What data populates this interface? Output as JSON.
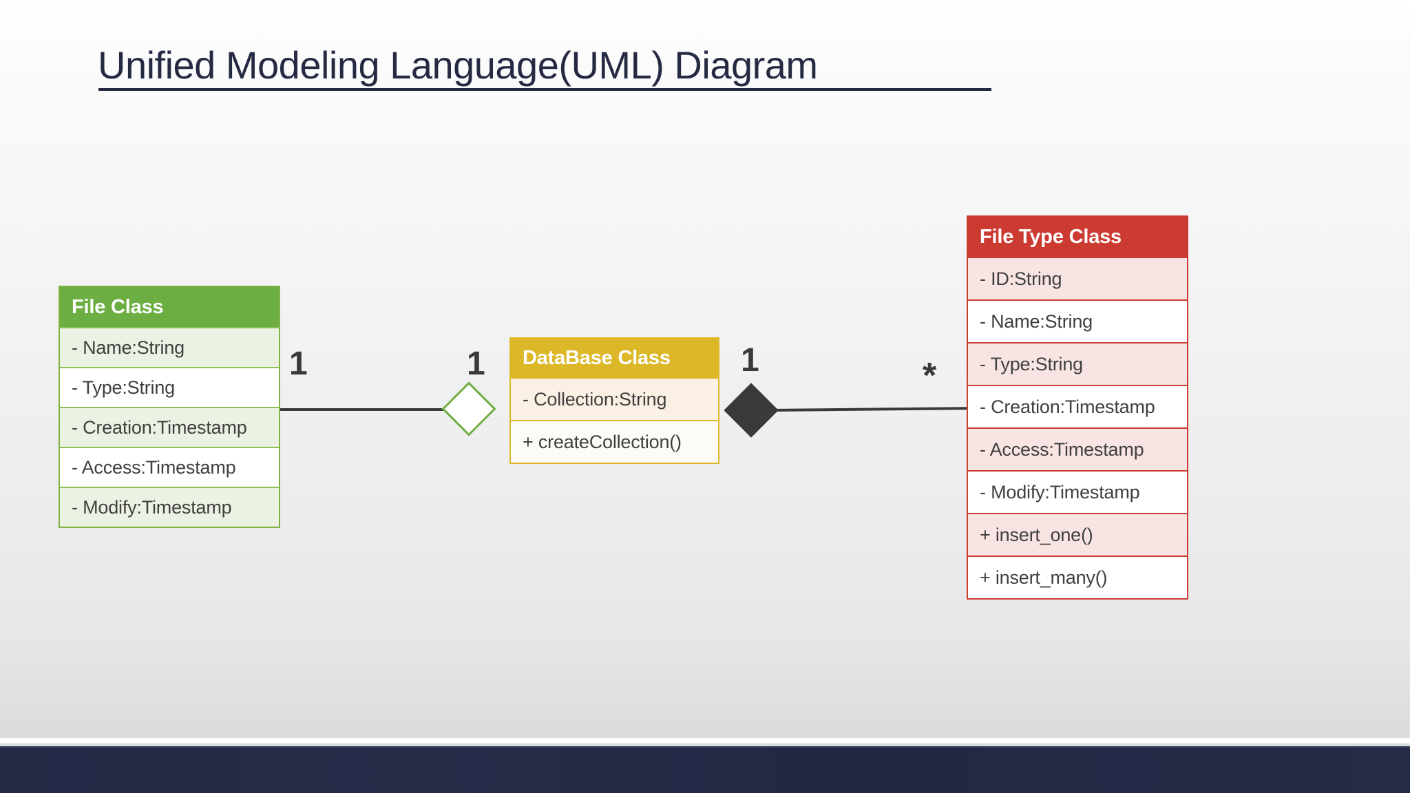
{
  "slide": {
    "title": "Unified Modeling Language(UML) Diagram",
    "background_top": "#ffffff",
    "background_bottom": "#d4d6d6",
    "footer_color": "#232845"
  },
  "diagram": {
    "type": "uml-class-diagram",
    "classes": [
      {
        "name": "File Class",
        "accent": "#6CAE42",
        "border": "#7FB241",
        "rows": [
          "-  Name:String",
          "-  Type:String",
          "-  Creation:Timestamp",
          "-  Access:Timestamp",
          "-  Modify:Timestamp"
        ]
      },
      {
        "name": "DataBase Class",
        "accent": "#DCB828",
        "border": "#DCB828",
        "rows": [
          "-  Collection:String",
          "+ createCollection()"
        ]
      },
      {
        "name": "File Type Class",
        "accent": "#CC3B32",
        "border": "#CC3B32",
        "rows": [
          "-  ID:String",
          "-  Name:String",
          "-  Type:String",
          "- Creation:Timestamp",
          "-  Access:Timestamp",
          "-  Modify:Timestamp",
          "+ insert_one()",
          "+ insert_many()"
        ]
      }
    ],
    "relationships": [
      {
        "from": "File Class",
        "to": "DataBase Class",
        "kind": "aggregation",
        "marker": "hollow-diamond",
        "marker_color": "#ffffff",
        "marker_border": "#6FAE42",
        "source_multiplicity": "1",
        "target_multiplicity": "1"
      },
      {
        "from": "DataBase Class",
        "to": "File Type Class",
        "kind": "composition",
        "marker": "filled-diamond",
        "marker_color": "#3A3A3A",
        "marker_border": "#3A3A3A",
        "source_multiplicity": "1",
        "target_multiplicity": "*"
      }
    ]
  }
}
